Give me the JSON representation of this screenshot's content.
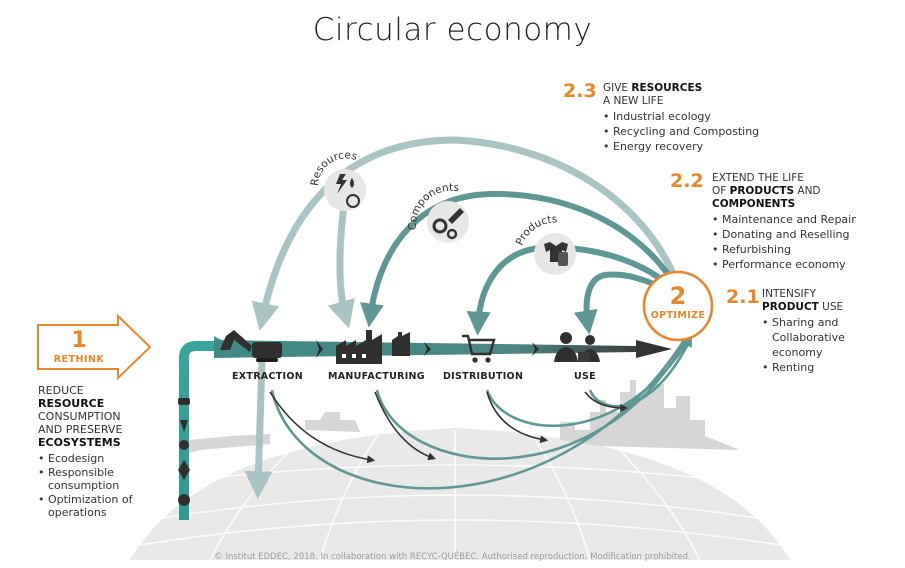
{
  "title": "Circular economy",
  "rethink": {
    "number": "1",
    "label": "RETHINK"
  },
  "reduce": {
    "line1": "REDUCE",
    "line2": "RESOURCE",
    "line3": "CONSUMPTION",
    "line4": "AND PRESERVE",
    "line5": "ECOSYSTEMS",
    "items": [
      "Ecodesign",
      "Responsible consumption",
      "Optimization of operations"
    ]
  },
  "flow": {
    "extraction": "EXTRACTION",
    "manufacturing": "MANUFACTURING",
    "distribution": "DISTRIBUTION",
    "use": "USE"
  },
  "loops": {
    "resources": "Resources",
    "components": "Components",
    "products": "Products"
  },
  "optimize": {
    "number": "2",
    "label": "OPTIMIZE"
  },
  "s23": {
    "number": "2.3",
    "pre": "GIVE ",
    "bold": "RESOURCES",
    "line2": "A NEW LIFE",
    "items": [
      "Industrial ecology",
      "Recycling and Composting",
      "Energy recovery"
    ]
  },
  "s22": {
    "number": "2.2",
    "line1": "EXTEND THE LIFE",
    "pre2": "OF ",
    "bold2": "PRODUCTS",
    "post2": " AND",
    "bold3": "COMPONENTS",
    "items": [
      "Maintenance and Repair",
      "Donating and Reselling",
      "Refurbishing",
      "Performance economy"
    ]
  },
  "s21": {
    "number": "2.1",
    "line1": "INTENSIFY",
    "bold2": "PRODUCT",
    "post2": " USE",
    "items": [
      "Sharing and",
      "Collaborative",
      "economy",
      "Renting"
    ]
  },
  "footer": "© Institut EDDEC, 2018. In collaboration with RECYC-QUÉBEC. Authorised reproduction. Modification prohibited.",
  "colors": {
    "accent": "#e8862a",
    "teal": "#4f8f8b",
    "teal_light": "#a9c4c2",
    "dark": "#333333",
    "ground": "#dcdcdc"
  }
}
